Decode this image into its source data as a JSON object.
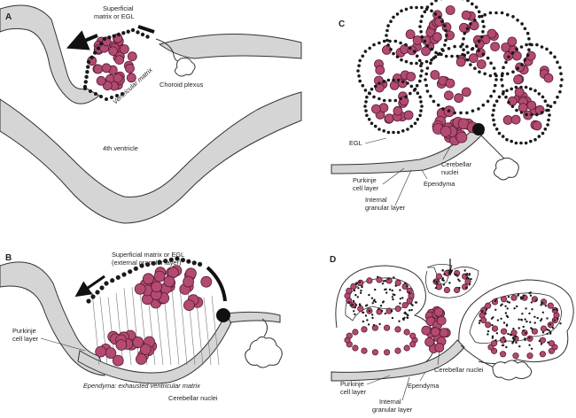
{
  "panels": {
    "a": {
      "letter": "A",
      "superficial_line1": "Superficial",
      "superficial_line2": "matrix or EGL",
      "ventricular": "Ventricular matrix",
      "choroid": "Choroid plexus",
      "ventricle": "4th ventricle"
    },
    "b": {
      "letter": "B",
      "superficial_line1": "Superficial matrix or EGL",
      "superficial_line2": "(external granular layer)",
      "purkinje_line1": "Purkinje",
      "purkinje_line2": "cell layer",
      "ependyma_line1": "Ependyma: exhausted ventricular matrix",
      "nuclei": "Cerebellar nuclei"
    },
    "c": {
      "letter": "C",
      "egl": "EGL",
      "purkinje_line1": "Purkinje",
      "purkinje_line2": "cell layer",
      "internal_line1": "Internal",
      "internal_line2": "granular layer",
      "ependyma": "Ependyma",
      "nuclei_line1": "Cerebellar",
      "nuclei_line2": "nuclei"
    },
    "d": {
      "letter": "D",
      "purkinje_line1": "Purkinje",
      "purkinje_line2": "cell layer",
      "internal_line1": "Internal",
      "internal_line2": "granular layer",
      "ependyma": "Ependyma",
      "nuclei": "Cerebellar nuclei"
    }
  },
  "colors": {
    "cell_fill": "#b24a72",
    "cell_stroke": "#5a1b34",
    "tissue_gray": "#d5d5d5",
    "outline": "#333333",
    "dot": "#1a1a1a"
  }
}
